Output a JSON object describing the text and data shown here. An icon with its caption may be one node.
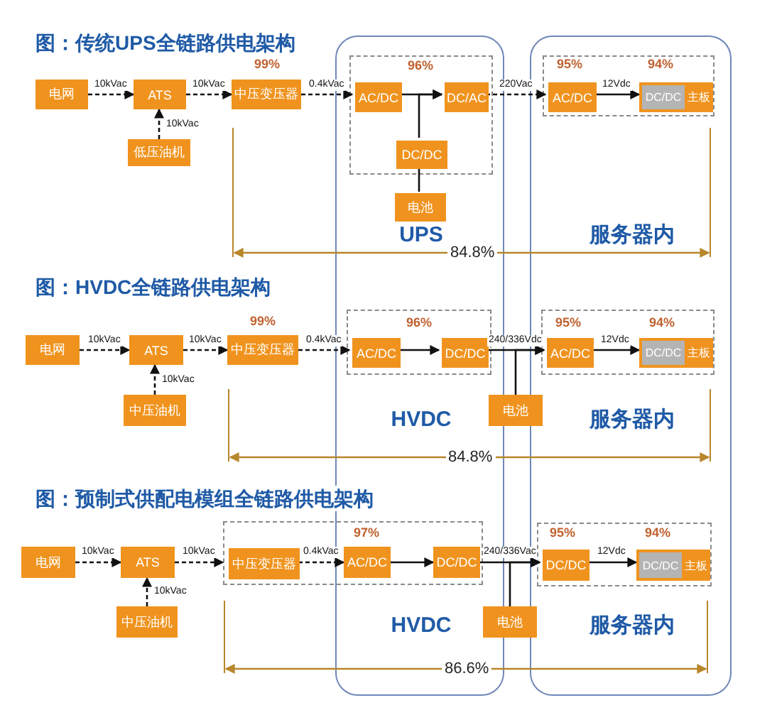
{
  "diagram": {
    "nodes": [
      {
        "text": [
          "UPS",
          "HVDC",
          "HVDC"
        ]
      },
      {
        "text": [
          "服务器内",
          "服务器内",
          "服务器内"
        ]
      },
      {
        "text": [
          "电网"
        ]
      },
      {
        "text": [
          "ATS"
        ]
      },
      {
        "text": [
          "中压变压器"
        ],
        "beside": [
          "99%"
        ]
      },
      {
        "text": [],
        "shape": "box",
        "in": 0,
        "beside": [
          "96%"
        ]
      },
      {
        "text": [
          "AC/DC"
        ],
        "in": 5
      },
      {
        "text": [
          "DC/AC"
        ],
        "in": 5
      },
      {
        "text": [
          "DC/DC"
        ],
        "in": 5
      },
      {
        "text": [],
        "shape": "box",
        "in": 1
      },
      {
        "text": [
          "AC/DC"
        ],
        "in": 9,
        "beside": [
          "95%"
        ]
      },
      {
        "text": [
          "主板"
        ],
        "in": 9,
        "beside": [
          "94%"
        ]
      },
      {
        "text": [
          "DC/DC"
        ],
        "in": 11
      },
      {
        "text": [
          "低压油机"
        ]
      },
      {
        "text": [
          "电池"
        ],
        "in": 0
      },
      {
        "text": [
          "电网"
        ]
      },
      {
        "text": [
          "ATS"
        ]
      },
      {
        "text": [
          "中压变压器"
        ],
        "beside": [
          "99%"
        ]
      },
      {
        "text": [],
        "shape": "box",
        "in": 0,
        "beside": [
          "96%"
        ]
      },
      {
        "text": [
          "AC/DC"
        ],
        "in": 18
      },
      {
        "text": [
          "DC/DC"
        ],
        "in": 18
      },
      {
        "text": [],
        "shape": "box",
        "in": 1
      },
      {
        "text": [
          "AC/DC"
        ],
        "in": 21,
        "beside": [
          "95%"
        ]
      },
      {
        "text": [
          "主板"
        ],
        "in": 21,
        "beside": [
          "94%"
        ]
      },
      {
        "text": [
          "DC/DC"
        ],
        "in": 23
      },
      {
        "text": [
          "中压油机"
        ]
      },
      {
        "text": [
          "电池"
        ]
      },
      {
        "text": [
          "电网"
        ]
      },
      {
        "text": [
          "ATS"
        ]
      },
      {
        "text": [],
        "shape": "box"
      },
      {
        "text": [
          "中压变压器"
        ],
        "in": 29
      },
      {
        "text": [
          "AC/DC"
        ],
        "beside": [
          "97%"
        ]
      },
      {
        "text": [
          "DC/DC"
        ]
      },
      {
        "text": [],
        "shape": "box",
        "in": 1
      },
      {
        "text": [
          "DC/DC"
        ],
        "in": 33,
        "beside": [
          "95%"
        ]
      },
      {
        "text": [
          "主板"
        ],
        "in": 33,
        "beside": [
          "94%"
        ]
      },
      {
        "text": [
          "DC/DC"
        ],
        "in": 35
      },
      {
        "text": [
          "中压油机"
        ]
      },
      {
        "text": [
          "电池"
        ]
      }
    ],
    "edges": [
      {
        "from": 2,
        "to": 3,
        "arrow": "to",
        "style": "dashed",
        "label": "10kVac"
      },
      {
        "from": 13,
        "to": 3,
        "arrow": "to",
        "style": "dashed",
        "label": "10kVac"
      },
      {
        "from": 3,
        "to": 4,
        "arrow": "to",
        "style": "dashed",
        "label": "10kVac"
      },
      {
        "from": 4,
        "to": 6,
        "arrow": "to",
        "style": "dashed",
        "label": "0.4kVac"
      },
      {
        "from": 6,
        "to": 7,
        "arrow": "to"
      },
      {
        "from": 8,
        "to": 7,
        "arrow": "to"
      },
      {
        "from": 8,
        "to": 14,
        "arrow": "none"
      },
      {
        "from": 7,
        "to": 10,
        "arrow": "to",
        "style": "dashed",
        "label": "220Vac"
      },
      {
        "from": 10,
        "to": 12,
        "arrow": "to",
        "label": "12Vdc"
      },
      {
        "from": 15,
        "to": 16,
        "arrow": "to",
        "style": "dashed",
        "label": "10kVac"
      },
      {
        "from": 25,
        "to": 16,
        "arrow": "to",
        "style": "dashed",
        "label": "10kVac"
      },
      {
        "from": 16,
        "to": 17,
        "arrow": "to",
        "style": "dashed",
        "label": "10kVac"
      },
      {
        "from": 17,
        "to": 19,
        "arrow": "to",
        "style": "dashed",
        "label": "0.4kVac"
      },
      {
        "from": 19,
        "to": 20,
        "arrow": "to"
      },
      {
        "from": 20,
        "to": 22,
        "arrow": "to",
        "label": "240/336Vdc"
      },
      {
        "from": 26,
        "to": 22,
        "arrow": "to"
      },
      {
        "from": 22,
        "to": 24,
        "arrow": "to",
        "label": "12Vdc"
      },
      {
        "from": 27,
        "to": 28,
        "arrow": "to",
        "style": "dashed",
        "label": "10kVac"
      },
      {
        "from": 37,
        "to": 28,
        "arrow": "to",
        "style": "dashed",
        "label": "10kVac"
      },
      {
        "from": 28,
        "to": 29,
        "arrow": "to",
        "style": "dashed",
        "label": "10kVac"
      },
      {
        "from": 30,
        "to": 31,
        "arrow": "to",
        "style": "dashed",
        "label": "0.4kVac"
      },
      {
        "from": 31,
        "to": 32,
        "arrow": "to"
      },
      {
        "from": 32,
        "to": 34,
        "arrow": "to",
        "label": "240/336Vac"
      },
      {
        "from": 38,
        "to": 34,
        "arrow": "to"
      },
      {
        "from": 34,
        "to": 36,
        "arrow": "to",
        "label": "12Vdc"
      }
    ],
    "labels": [
      "图：传统UPS全链路供电架构",
      "84.8%",
      "图：HVDC全链路供电架构",
      "84.8%",
      "图：预制式供配电模组全链路供电架构",
      "86.6%"
    ]
  }
}
